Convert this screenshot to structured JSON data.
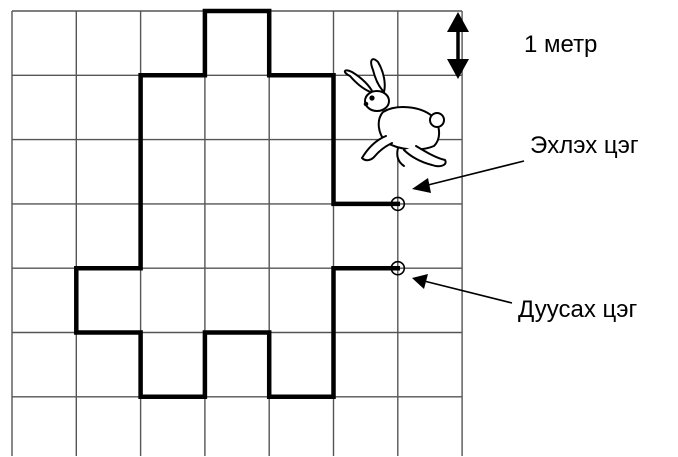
{
  "labels": {
    "scale": "1 метр",
    "start": "Эхлэх цэг",
    "end": "Дуусах цэг"
  },
  "grid": {
    "columns": 7,
    "rows": 7,
    "unit": "метр",
    "cell_size_m": 1
  },
  "path": {
    "start_point": [
      6,
      3
    ],
    "end_point": [
      6,
      4
    ],
    "vertices": [
      [
        6,
        3
      ],
      [
        5,
        3
      ],
      [
        5,
        1
      ],
      [
        4,
        1
      ],
      [
        4,
        0
      ],
      [
        3,
        0
      ],
      [
        3,
        1
      ],
      [
        2,
        1
      ],
      [
        2,
        4
      ],
      [
        1,
        4
      ],
      [
        1,
        5
      ],
      [
        2,
        5
      ],
      [
        2,
        6
      ],
      [
        3,
        6
      ],
      [
        3,
        5
      ],
      [
        4,
        5
      ],
      [
        4,
        6
      ],
      [
        5,
        6
      ],
      [
        5,
        4
      ],
      [
        6,
        4
      ]
    ]
  },
  "icons": {
    "character": "rabbit-icon",
    "scale_marker": "double-arrow-icon"
  },
  "colors": {
    "line": "#000000",
    "grid": "#555555",
    "background": "#ffffff"
  }
}
